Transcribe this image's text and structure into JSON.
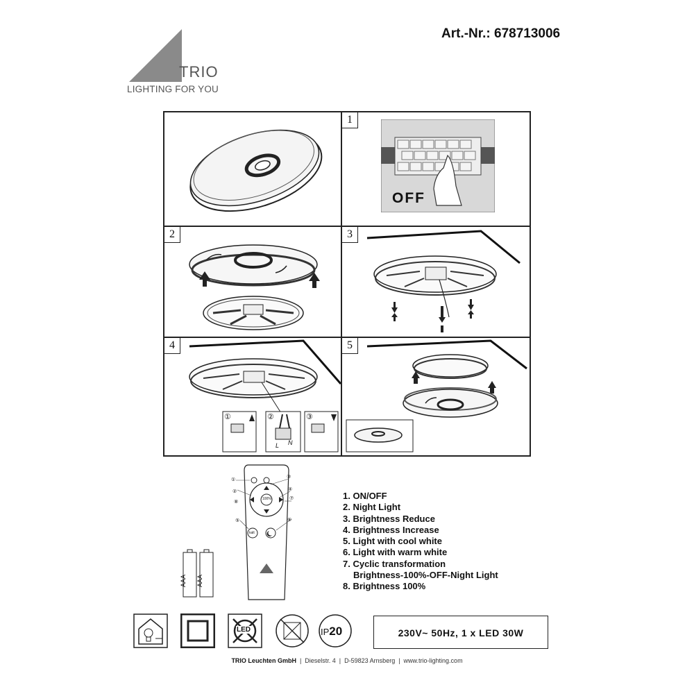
{
  "header": {
    "art_nr": "Art.-Nr.: 678713006",
    "brand": "TRIO",
    "tagline": "LIGHTING FOR YOU"
  },
  "steps": {
    "s1": "1",
    "s1_label": "OFF",
    "s2": "2",
    "s3": "3",
    "s4": "4",
    "s5": "5",
    "wiring_l": "L",
    "wiring_n": "N",
    "sub1": "①",
    "sub2": "②",
    "sub3": "③"
  },
  "remote": {
    "btn_center": "100%",
    "btn_cool": "kalt",
    "callouts": [
      "①",
      "②",
      "③",
      "④",
      "⑤",
      "⑥",
      "⑦",
      "⑧"
    ],
    "battery_label": "AAA"
  },
  "legend": [
    "1. ON/OFF",
    "2. Night Light",
    "3. Brightness Reduce",
    "4. Brightness Increase",
    "5. Light with cool white",
    "6. Light with warm white",
    "7. Cyclic transformation",
    "Brightness-100%-OFF-Night Light",
    "8. Brightness 100%"
  ],
  "symbols": {
    "led_label": "LED",
    "ip_prefix": "IP",
    "ip_value": "20"
  },
  "spec": "230V~ 50Hz, 1 x LED 30W",
  "footer": {
    "company": "TRIO Leuchten GmbH",
    "address": "  |  Dieselstr. 4  |  D-59823 Arnsberg  |  www.trio-lighting.com"
  }
}
